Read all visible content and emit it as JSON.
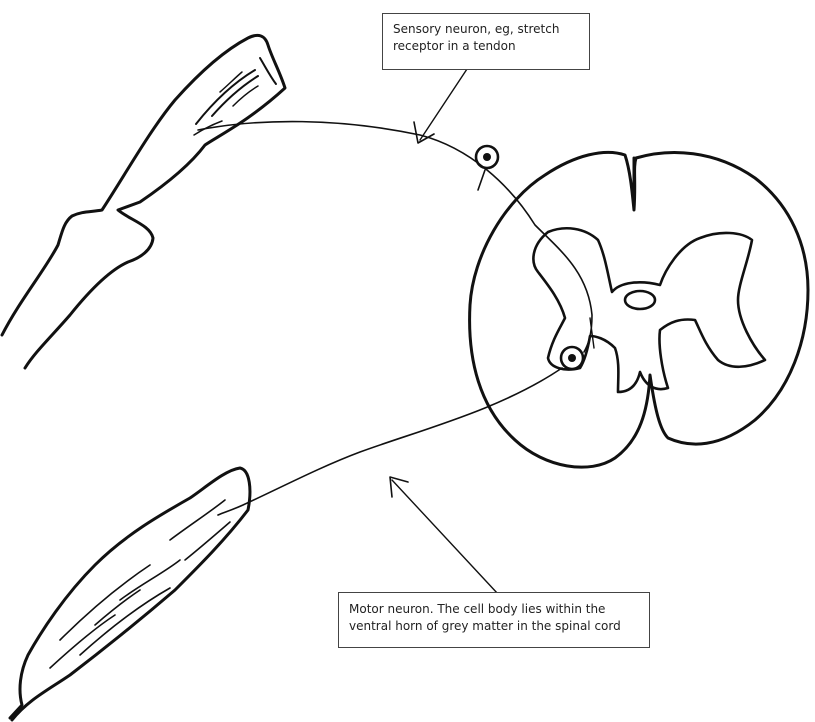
{
  "labels": {
    "sensory": {
      "line1": "Sensory neuron, eg, stretch",
      "line2": "receptor in a tendon"
    },
    "motor": {
      "line1": "Motor neuron. The cell body lies within the",
      "line2": "ventral horn of grey matter in the spinal cord"
    }
  },
  "colors": {
    "ink": "#111111",
    "box_border": "#444444",
    "background": "#ffffff"
  }
}
